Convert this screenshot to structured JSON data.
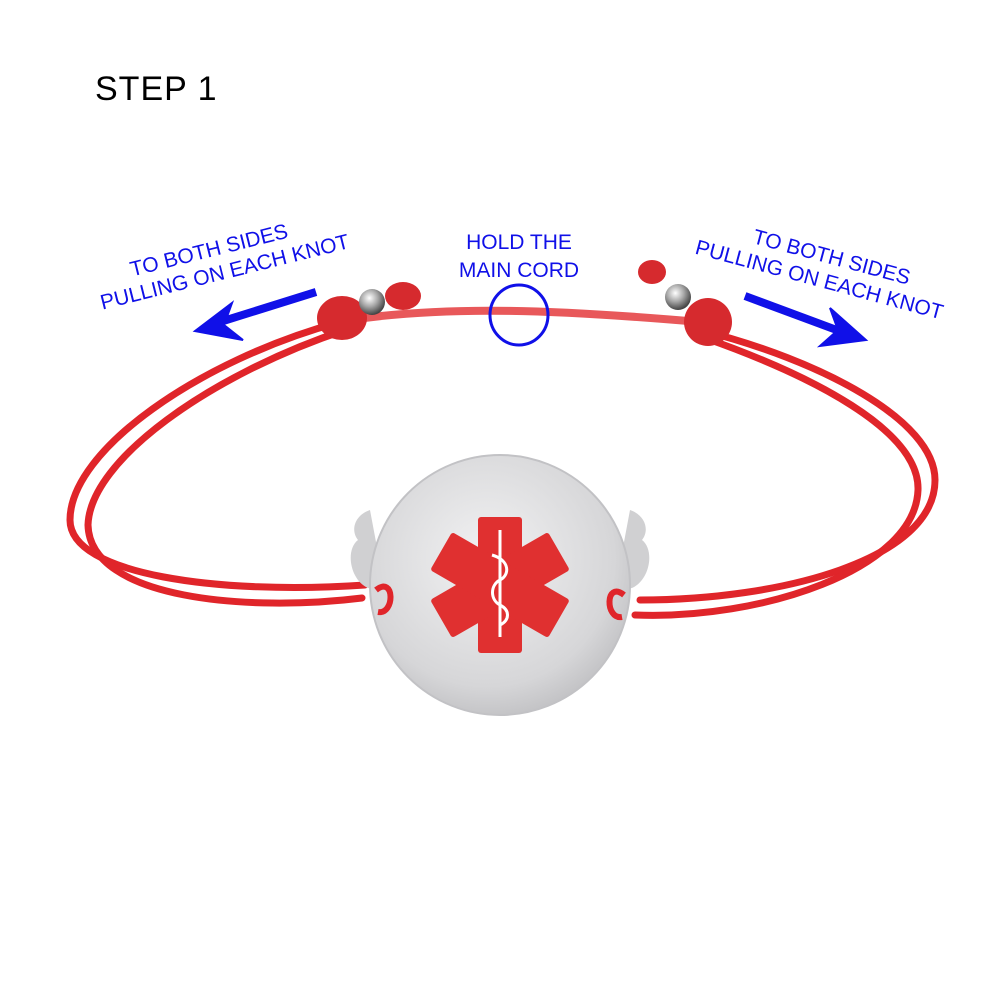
{
  "title": "STEP 1",
  "annotations": {
    "left": {
      "line1": "TO BOTH SIDES",
      "line2": "PULLING ON EACH KNOT"
    },
    "center": {
      "line1": "HOLD THE",
      "line2": "MAIN CORD"
    },
    "right": {
      "line1": "TO BOTH SIDES",
      "line2": "PULLING ON EACH KNOT"
    }
  },
  "colors": {
    "annotation": "#1010e8",
    "cord": "#e0252a",
    "pendant": "#d9d9db",
    "emblem": "#e03030"
  }
}
